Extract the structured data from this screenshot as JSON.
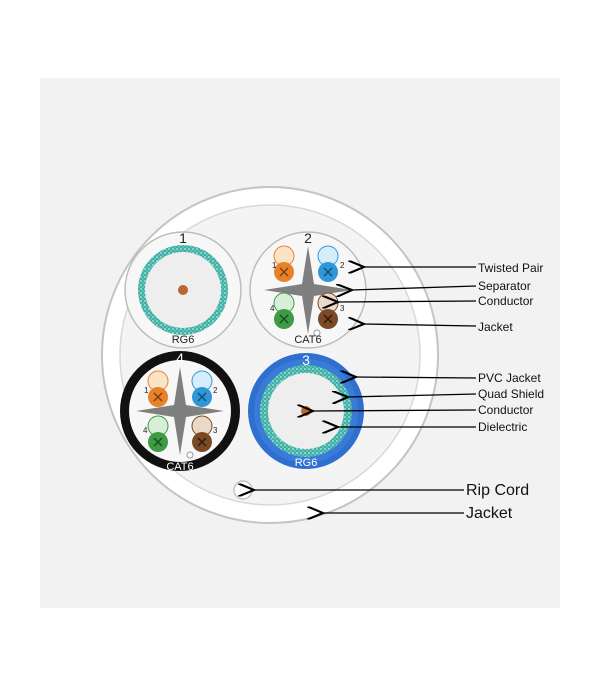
{
  "colors": {
    "background_panel": "#f2f2f2",
    "outer_jacket": "#ffffff",
    "outer_jacket_edge": "#bdbdbd",
    "rg6_shield": "#3fb0a6",
    "rg6_dielectric": "#eeeeee",
    "conductor": "#b8672e",
    "cable3_jacket": "#2f6fcf",
    "cable4_jacket": "#111111",
    "separator": "#7f7f7f",
    "pair_orange": "#e8822a",
    "pair_blue": "#2f97d6",
    "pair_green": "#3f9a45",
    "pair_brown": "#7a4a26",
    "arrow": "#000000"
  },
  "cables": [
    {
      "number": "1",
      "type": "RG6"
    },
    {
      "number": "2",
      "type": "CAT6",
      "pairs": [
        "1",
        "2",
        "4",
        "3"
      ]
    },
    {
      "number": "3",
      "type": "RG6"
    },
    {
      "number": "4",
      "type": "CAT6",
      "pairs": [
        "1",
        "2",
        "4",
        "3"
      ]
    }
  ],
  "labels": {
    "twisted_pair": "Twisted Pair",
    "separator": "Separator",
    "conductor_cat6": "Conductor",
    "jacket_cat6": "Jacket",
    "pvc_jacket": "PVC Jacket",
    "quad_shield": "Quad Shield",
    "conductor_rg6": "Conductor",
    "dielectric": "Dielectric",
    "rip_cord": "Rip Cord",
    "jacket_outer": "Jacket"
  }
}
